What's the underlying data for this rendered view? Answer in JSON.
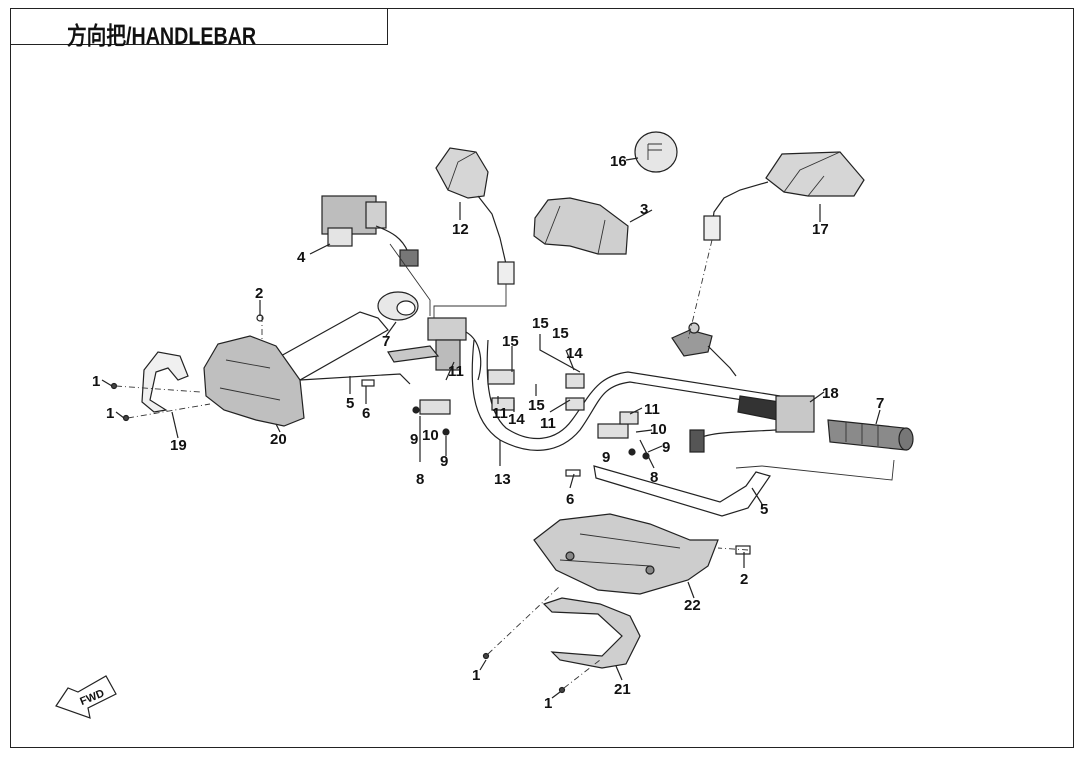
{
  "title": "方向把/HANDLEBAR",
  "fwd_label": "FWD",
  "callouts": {
    "c1a": "1",
    "c1b": "1",
    "c1c": "1",
    "c1d": "1",
    "c2a": "2",
    "c2b": "2",
    "c3": "3",
    "c4": "4",
    "c5a": "5",
    "c5b": "5",
    "c6a": "6",
    "c6b": "6",
    "c7a": "7",
    "c7b": "7",
    "c8a": "8",
    "c8b": "8",
    "c9a": "9",
    "c9b": "9",
    "c9c": "9",
    "c9d": "9",
    "c10a": "10",
    "c10b": "10",
    "c11a": "11",
    "c11b": "11",
    "c11c": "11",
    "c11d": "11",
    "c12": "12",
    "c13": "13",
    "c14a": "14",
    "c14b": "14",
    "c15a": "15",
    "c15b": "15",
    "c15c": "15",
    "c15d": "15",
    "c16": "16",
    "c17": "17",
    "c18": "18",
    "c19": "19",
    "c20": "20",
    "c21": "21",
    "c22": "22"
  }
}
